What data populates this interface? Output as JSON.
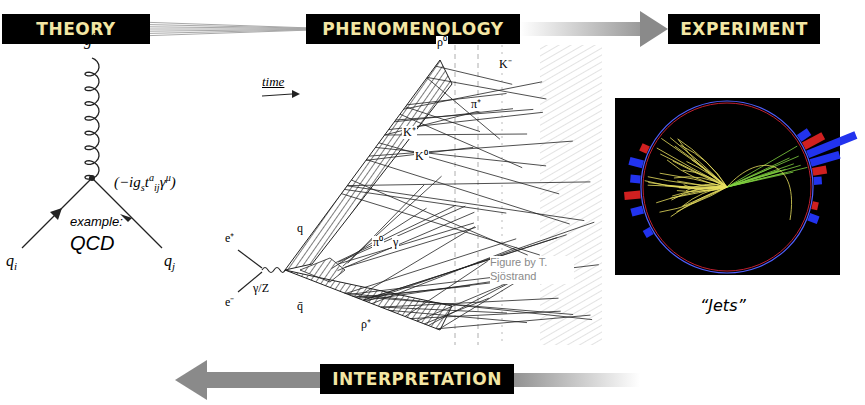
{
  "diagram": {
    "nodes": [
      {
        "text": [
          "THEORY"
        ]
      },
      {
        "text": [
          "PHENOMENOLOGY"
        ]
      },
      {
        "text": [
          "EXPERIMENT"
        ]
      },
      {
        "text": [
          "INTERPRETATION"
        ]
      }
    ],
    "edges": [
      {
        "from": 0,
        "to": 1,
        "arrow": "none"
      },
      {
        "from": 1,
        "to": 2,
        "arrow": "to"
      }
    ],
    "labels": [
      "g",
      "a",
      "(−ig",
      "s",
      "t",
      "a",
      "ij",
      "γ",
      "μ",
      ")",
      "q",
      "i",
      "q",
      "j",
      "example:",
      "QCD",
      "time",
      "e⁺",
      "e⁻",
      "γ/Z",
      "q",
      "q̄",
      "ρ⁰",
      "K⁺",
      "K⁻",
      "K⁰",
      "π⁰",
      "γ",
      "ρ⁺",
      "π⁺",
      "Figure by T. Sjöstrand",
      "“Jets”"
    ]
  }
}
